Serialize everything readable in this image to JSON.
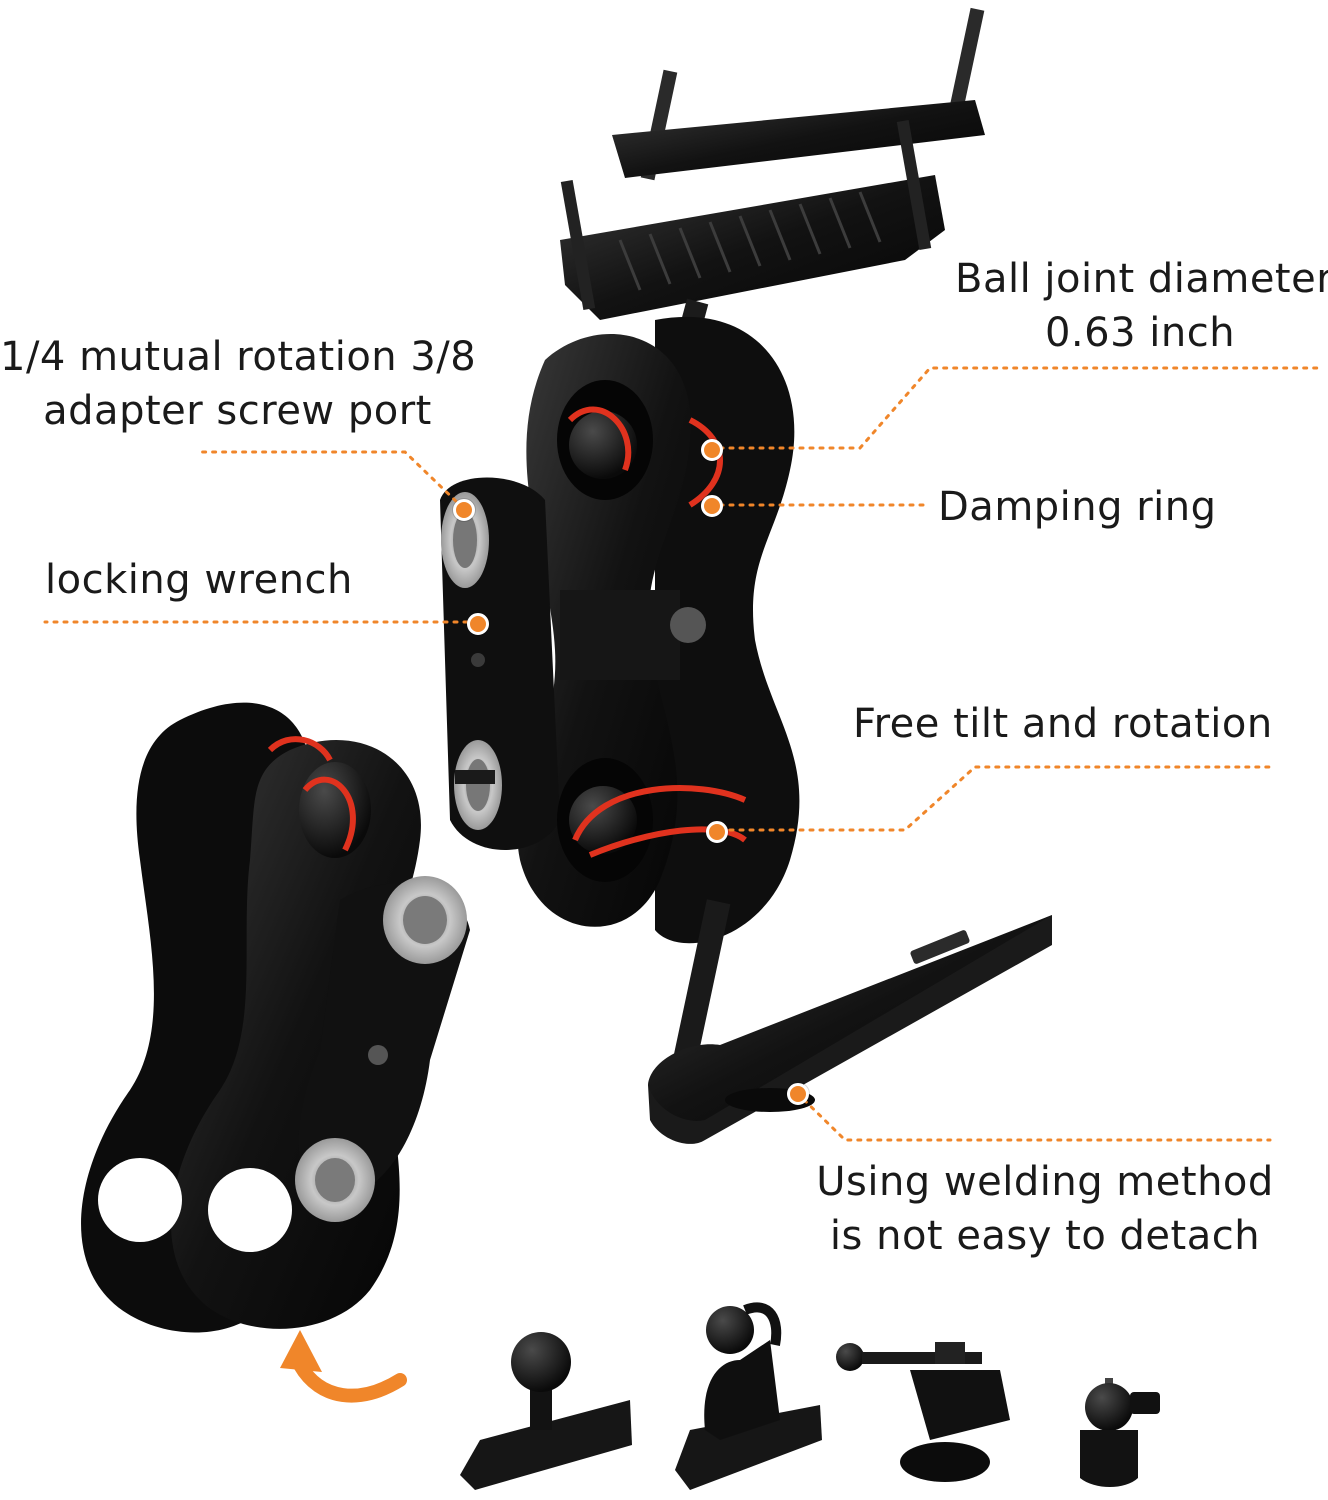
{
  "callouts": {
    "ball_joint": {
      "line1": "Ball joint diameter",
      "line2": "0.63 inch"
    },
    "adapter_port": {
      "line1": "1/4 mutual rotation 3/8",
      "line2": "adapter screw port"
    },
    "damping_ring": {
      "text": "Damping ring"
    },
    "locking_wrench": {
      "text": "locking wrench"
    },
    "free_tilt": {
      "text": "Free tilt and rotation"
    },
    "welding": {
      "line1": "Using welding method",
      "line2": "is not easy to detach"
    }
  },
  "accessories": [
    {
      "icon": "ball-head-adhesive-base-icon"
    },
    {
      "icon": "phone-clip-base-icon"
    },
    {
      "icon": "suction-cup-mount-icon"
    },
    {
      "icon": "mini-ball-head-icon"
    }
  ],
  "colors": {
    "accent": "#f0862a",
    "metal": "#111111",
    "ring": "#e0321e",
    "thread": "#b9b9b9"
  }
}
